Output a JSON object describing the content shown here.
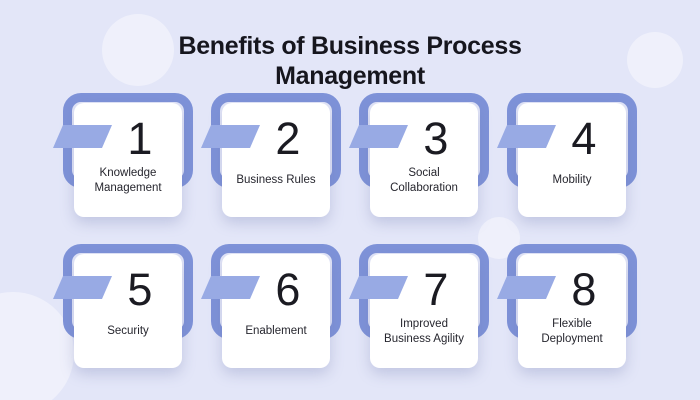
{
  "title": {
    "line1": "Benefits of Business Process",
    "line2": "Management"
  },
  "colors": {
    "background": "#e3e6f8",
    "frame_border": "#7e92d8",
    "flag": "#98aae4",
    "card_background": "#ffffff",
    "number_text": "#1b1b22",
    "label_text": "#26262e",
    "title_text": "#16161e"
  },
  "cards": [
    {
      "number": "1",
      "line1": "Knowledge",
      "line2": "Management"
    },
    {
      "number": "2",
      "line1": "Business Rules",
      "line2": ""
    },
    {
      "number": "3",
      "line1": "Social",
      "line2": "Collaboration"
    },
    {
      "number": "4",
      "line1": "Mobility",
      "line2": ""
    },
    {
      "number": "5",
      "line1": "Security",
      "line2": ""
    },
    {
      "number": "6",
      "line1": "Enablement",
      "line2": ""
    },
    {
      "number": "7",
      "line1": "Improved",
      "line2": "Business Agility"
    },
    {
      "number": "8",
      "line1": "Flexible",
      "line2": "Deployment"
    }
  ]
}
